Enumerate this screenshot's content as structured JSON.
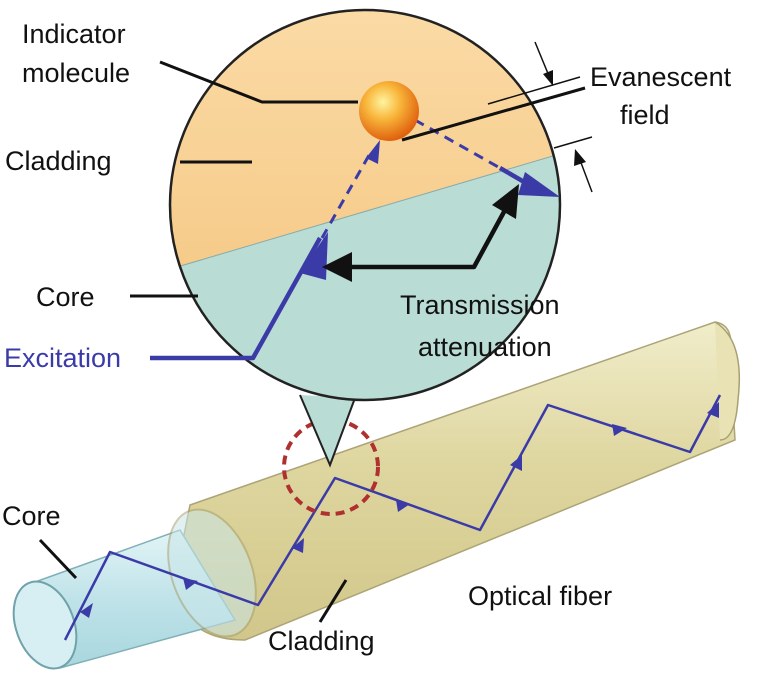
{
  "labels": {
    "indicator_line1": "Indicator",
    "indicator_line2": "molecule",
    "evanescent_line1": "Evanescent",
    "evanescent_line2": "field",
    "cladding_top": "Cladding",
    "core_top": "Core",
    "excitation": "Excitation",
    "transmission_line1": "Transmission",
    "transmission_line2": "attenuation",
    "core_bottom": "Core",
    "cladding_bottom": "Cladding",
    "optical_fiber": "Optical fiber"
  },
  "colors": {
    "cladding_zone": "#f6cf91",
    "core_zone": "#b9dcd4",
    "fiber_cladding": "#ddd6a0",
    "fiber_core": "#c3e6ea",
    "light_path": "#3b3ba8",
    "magnifier_ring": "#b03030",
    "molecule": "#f39a1e",
    "label_text": "#111111"
  }
}
